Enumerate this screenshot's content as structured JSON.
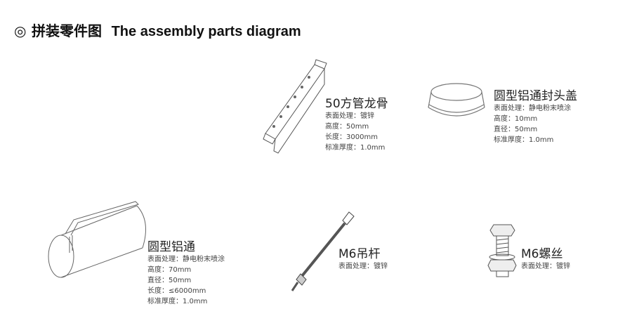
{
  "header": {
    "mark": "◎",
    "title_cn": "拼装零件图",
    "title_en": "The assembly parts diagram"
  },
  "parts": [
    {
      "name": "50方管龙骨",
      "specs": [
        "表面处理：镀锌",
        "高度：50mm",
        "长度：3000mm",
        "标准厚度：1.0mm"
      ]
    },
    {
      "name": "圆型铝通封头盖",
      "specs": [
        "表面处理：静电粉末喷涂",
        "高度：10mm",
        "直径：50mm",
        "标准厚度：1.0mm"
      ]
    },
    {
      "name": "圆型铝通",
      "specs": [
        "表面处理：静电粉末喷涂",
        "高度：70mm",
        "直径：50mm",
        "长度：≤6000mm",
        "标准厚度：1.0mm"
      ]
    },
    {
      "name": "M6吊杆",
      "specs": [
        "表面处理：镀锌"
      ]
    },
    {
      "name": "M6螺丝",
      "specs": [
        "表面处理：镀锌"
      ]
    }
  ]
}
